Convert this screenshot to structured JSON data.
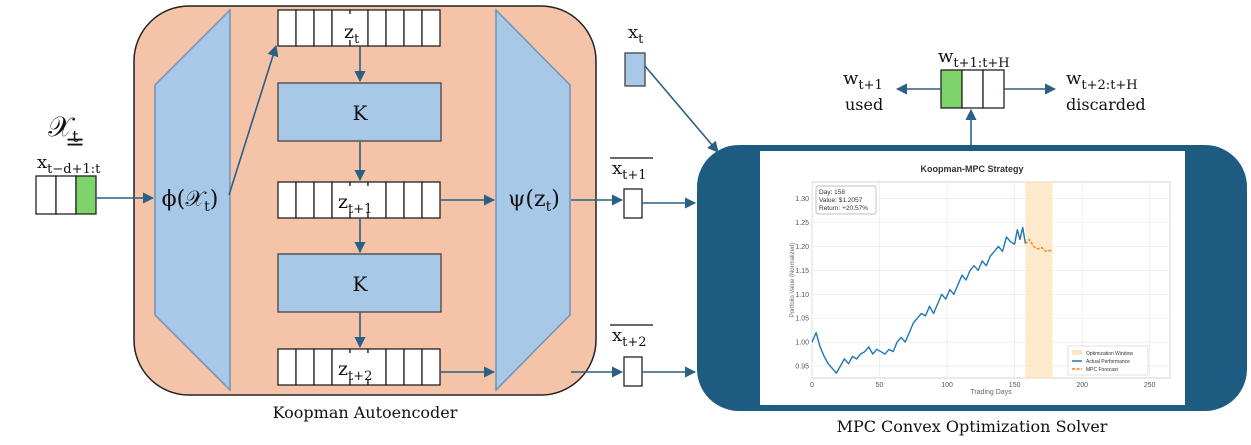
{
  "colors": {
    "autoencoder_bg": "#f5c4a8",
    "block_fill": "#a8c8e8",
    "block_stroke": "#6f94b8",
    "highlight_green": "#7ed36a",
    "solver_frame": "#1d5c80",
    "arrow": "#2a5f86",
    "chart_line": "#1f77b4",
    "forecast_line": "#ff7f0e",
    "window_fill": "#fde6c3"
  },
  "input": {
    "symbol": "𝒳",
    "symbol_sub": "t",
    "equals": "=",
    "x": "x",
    "x_sub": "t−d+1:t"
  },
  "encoder": {
    "phi": "ϕ",
    "arg": "𝒳",
    "arg_sub": "t"
  },
  "decoder": {
    "psi": "ψ",
    "arg": "z",
    "arg_sub": "t"
  },
  "latents": [
    {
      "letter": "z",
      "sub": "t"
    },
    {
      "letter": "z",
      "sub": "t+1"
    },
    {
      "letter": "z",
      "sub": "t+2"
    }
  ],
  "koopman_blocks": [
    "K",
    "K"
  ],
  "autoencoder_label": "Koopman Autoencoder",
  "observations": {
    "xt": {
      "letter": "x",
      "sub": "t"
    },
    "pred1": {
      "letter": "x",
      "sub": "t+1"
    },
    "pred2": {
      "letter": "x",
      "sub": "t+2"
    }
  },
  "weights": {
    "top": {
      "letter": "w",
      "sub": "t+1:t+H"
    },
    "used": {
      "letter": "w",
      "sub": "t+1",
      "caption": "used"
    },
    "discarded": {
      "letter": "w",
      "sub": "t+2:t+H",
      "caption": "discarded"
    }
  },
  "solver_label": "MPC Convex Optimization Solver",
  "chart_data": {
    "type": "line",
    "title": "Koopman-MPC Strategy",
    "xlabel": "Trading Days",
    "ylabel": "Portfolio Value (Normalized)",
    "xlim": [
      0,
      265
    ],
    "ylim": [
      0.925,
      1.335
    ],
    "xticks": [
      0,
      50,
      100,
      150,
      200,
      250
    ],
    "yticks": [
      0.95,
      1.0,
      1.05,
      1.1,
      1.15,
      1.2,
      1.25,
      1.3
    ],
    "grid": true,
    "legend_position": "bottom-right",
    "legend": [
      "Optimization Window",
      "Actual Performance",
      "MPC Forecast"
    ],
    "annotation": [
      "Day: 158",
      "Value: $1.2057",
      "Return: +20.57%"
    ],
    "optimization_window": [
      158,
      178
    ],
    "series": [
      {
        "name": "Actual Performance",
        "x": [
          0,
          3,
          6,
          9,
          12,
          15,
          18,
          21,
          24,
          27,
          30,
          33,
          36,
          39,
          42,
          45,
          48,
          51,
          54,
          57,
          60,
          63,
          66,
          69,
          72,
          75,
          78,
          81,
          84,
          87,
          90,
          93,
          96,
          99,
          102,
          105,
          108,
          111,
          114,
          117,
          120,
          123,
          126,
          129,
          132,
          135,
          138,
          141,
          144,
          147,
          150,
          152,
          154,
          156,
          158
        ],
        "values": [
          1.0,
          1.02,
          0.99,
          0.97,
          0.955,
          0.945,
          0.935,
          0.95,
          0.965,
          0.955,
          0.97,
          0.965,
          0.975,
          0.98,
          0.99,
          0.975,
          0.985,
          0.98,
          0.975,
          0.985,
          0.98,
          1.0,
          1.01,
          1.0,
          1.02,
          1.04,
          1.05,
          1.06,
          1.055,
          1.075,
          1.06,
          1.08,
          1.1,
          1.09,
          1.11,
          1.1,
          1.12,
          1.14,
          1.13,
          1.15,
          1.16,
          1.15,
          1.17,
          1.16,
          1.18,
          1.19,
          1.2,
          1.19,
          1.22,
          1.21,
          1.205,
          1.235,
          1.215,
          1.24,
          1.2057
        ]
      },
      {
        "name": "MPC Forecast",
        "x": [
          158,
          161,
          164,
          167,
          170,
          173,
          176,
          178
        ],
        "values": [
          1.2057,
          1.215,
          1.2,
          1.195,
          1.198,
          1.19,
          1.192,
          1.188
        ]
      }
    ]
  }
}
